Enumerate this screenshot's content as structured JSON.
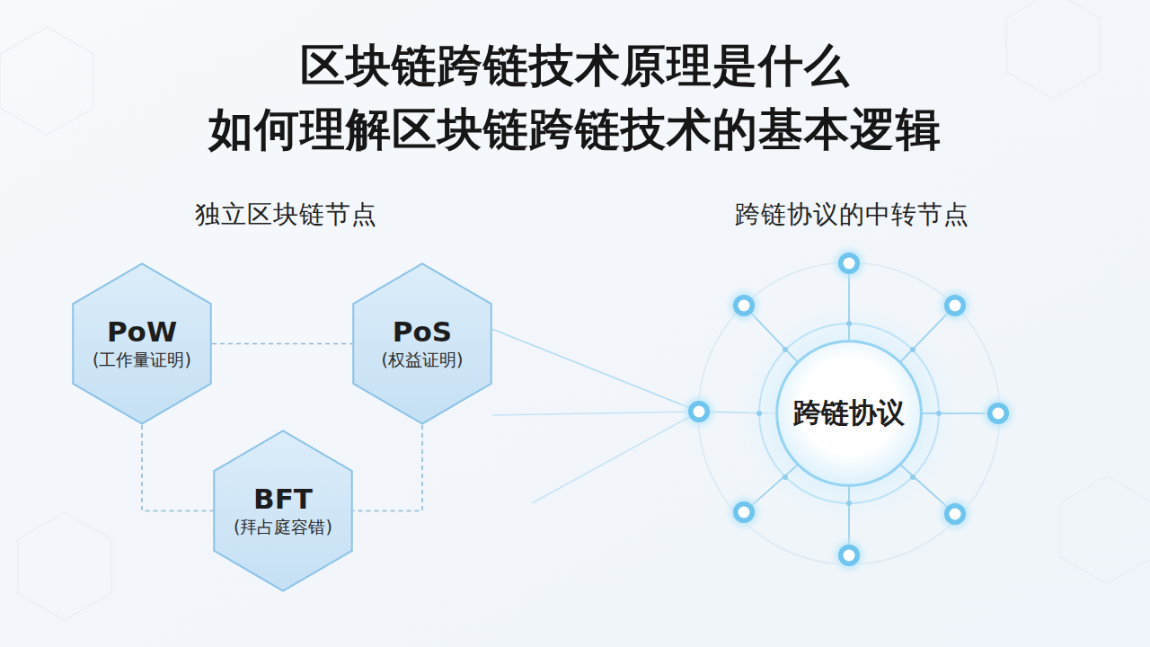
{
  "diagram": {
    "title": "区块链跨链技术原理是什么 如何理解区块链跨链技术的基本逻辑",
    "nodes": [
      {
        "text": [
          "PoW",
          "(工作量证明)"
        ]
      },
      {
        "text": [
          "PoS",
          "(权益证明)"
        ]
      },
      {
        "text": [
          "BFT",
          "(拜占庭容错)"
        ]
      },
      {
        "text": [
          "跨链协议"
        ]
      }
    ],
    "edges": [
      {
        "from": 0,
        "to": 1,
        "arrow": "none"
      },
      {
        "from": 0,
        "to": 2,
        "arrow": "none"
      },
      {
        "from": 1,
        "to": 2,
        "arrow": "none"
      },
      {
        "from": 1,
        "to": 3,
        "arrow": "none"
      }
    ],
    "labels": [
      "独立区块链节点",
      "跨链协议的中转节点"
    ]
  }
}
